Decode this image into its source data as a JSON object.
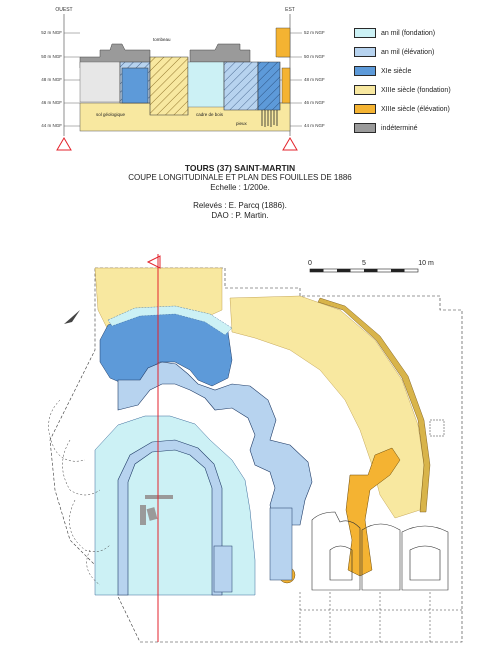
{
  "section": {
    "west_label": "OUEST",
    "east_label": "EST",
    "levels_left": [
      "52 m NGF",
      "50 m NGF",
      "48 m NGF",
      "46 m NGF",
      "44 m NGF"
    ],
    "levels_right": [
      "52 m NGF",
      "50 m NGF",
      "48 m NGF",
      "46 m NGF",
      "44 m NGF"
    ],
    "annotations": {
      "tombeau": "tombeau",
      "sol": "sol géologique",
      "cadre": "cadre de bois",
      "pieux": "pieux"
    }
  },
  "legend": [
    {
      "label": "an mil (fondation)",
      "color": "#ccf1f5",
      "hatch": false
    },
    {
      "label": "an mil (élévation)",
      "color": "#b7d3ef",
      "hatch": false
    },
    {
      "label": "XIe siècle",
      "color": "#5d9ad9",
      "hatch": false
    },
    {
      "label": "XIIIe siècle (fondation)",
      "color": "#f8e8a0",
      "hatch": false
    },
    {
      "label": "XIIIe siècle (élévation)",
      "color": "#f4b332",
      "hatch": false
    },
    {
      "label": "indéterminé",
      "color": "#9a9a9a",
      "hatch": false
    }
  ],
  "title": {
    "line1": "TOURS (37) SAINT-MARTIN",
    "line2": "COUPE LONGITUDINALE ET PLAN DES FOUILLES DE 1886",
    "line3": "Echelle : 1/200e.",
    "line4": "Relevés : E. Parcq (1886).",
    "line5": "DAO : P. Martin."
  },
  "scale": {
    "labels": [
      "0",
      "5",
      "10 m"
    ]
  },
  "colors": {
    "an_mil_fondation": "#ccf1f5",
    "an_mil_elevation": "#b7d3ef",
    "xie": "#5d9ad9",
    "xiiie_fondation": "#f8e8a0",
    "xiiie_elevation": "#f4b332",
    "indetermine": "#9a9a9a",
    "section_line": "#e3232c"
  }
}
